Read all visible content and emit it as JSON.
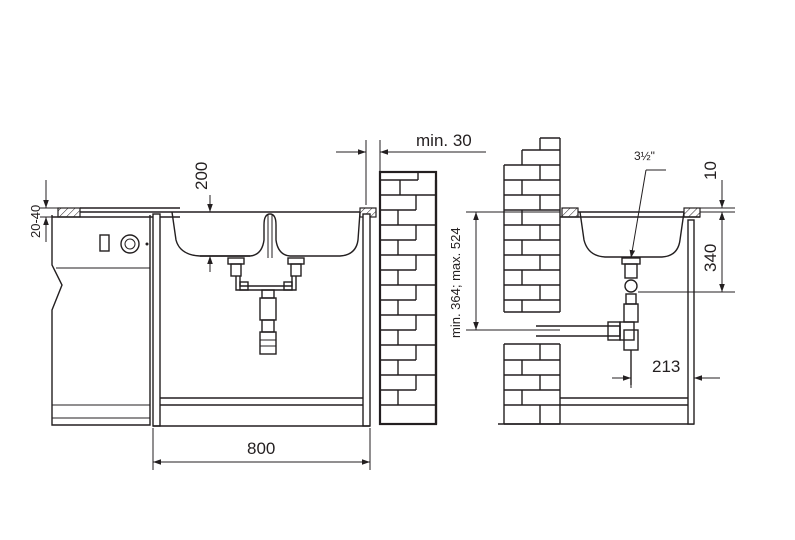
{
  "dimensions": {
    "min_30": "min. 30",
    "d200": "200",
    "d20_40": "20-40",
    "d800": "800",
    "range_364_524": "min. 364; max. 524",
    "d3_5": "3½\"",
    "d10": "10",
    "d340": "340",
    "d213": "213"
  }
}
